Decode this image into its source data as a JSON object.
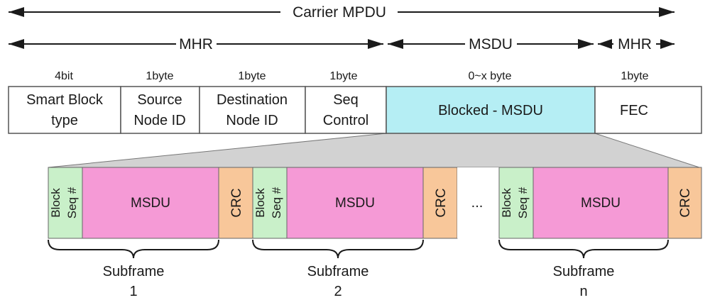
{
  "spans": {
    "carrier": "Carrier MPDU",
    "mhr_left": "MHR",
    "msdu": "MSDU",
    "mhr_right": "MHR"
  },
  "fields": [
    {
      "size": "4bit",
      "line1": "Smart Block",
      "line2": "type"
    },
    {
      "size": "1byte",
      "line1": "Source",
      "line2": "Node ID"
    },
    {
      "size": "1byte",
      "line1": "Destination",
      "line2": "Node ID"
    },
    {
      "size": "1byte",
      "line1": "Seq",
      "line2": "Control"
    },
    {
      "size": "0~x byte",
      "line1": "Blocked - MSDU",
      "line2": ""
    },
    {
      "size": "1byte",
      "line1": "FEC",
      "line2": ""
    }
  ],
  "subframe_parts": {
    "block": "Block",
    "seq": "Seq #",
    "msdu": "MSDU",
    "crc": "CRC"
  },
  "ellipsis": "...",
  "subframes": [
    {
      "label": "Subframe",
      "index": "1"
    },
    {
      "label": "Subframe",
      "index": "2"
    },
    {
      "label": "Subframe",
      "index": "n"
    }
  ],
  "colors": {
    "blocked_msdu": "#b5eef4",
    "seq_block": "#c9f0c9",
    "msdu_pink": "#f59ad6",
    "crc_orange": "#f8c79a",
    "expand_gray": "#d2d2d2"
  }
}
